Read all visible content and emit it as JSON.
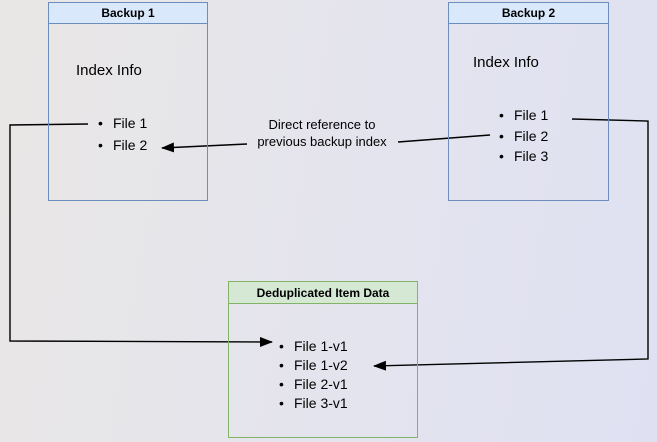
{
  "backup1": {
    "title": "Backup 1",
    "subtitle": "Index Info",
    "files": [
      "File 1",
      "File 2"
    ]
  },
  "backup2": {
    "title": "Backup 2",
    "subtitle": "Index Info",
    "files": [
      "File 1",
      "File 2",
      "File 3"
    ]
  },
  "dedup": {
    "title": "Deduplicated Item Data",
    "items": [
      "File 1-v1",
      "File 1-v2",
      "File 2-v1",
      "File 3-v1"
    ]
  },
  "annotation": {
    "text": "Direct reference to previous backup index"
  },
  "colors": {
    "backup_header_fill": "#dae8fc",
    "backup_border": "#6c8ebf",
    "dedup_header_fill": "#d5e8d4",
    "dedup_border": "#82b366",
    "arrow": "#000000",
    "background_left": "#e9e7e5",
    "background_right": "#dfe1f2"
  }
}
